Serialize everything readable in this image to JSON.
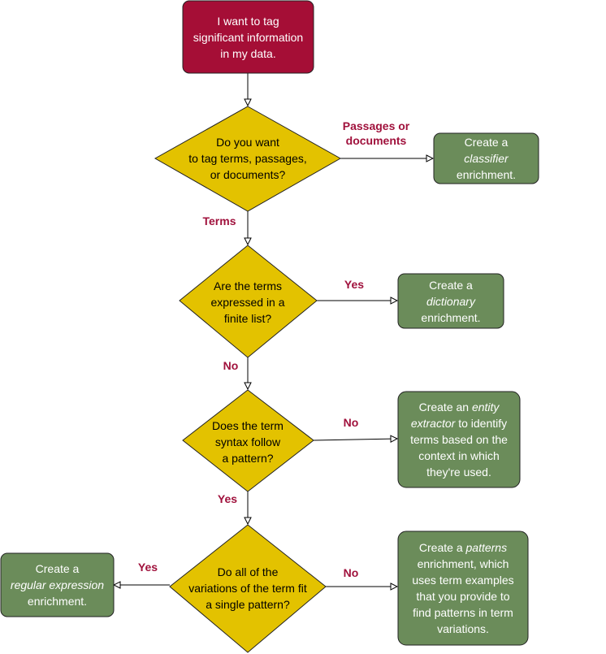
{
  "colors": {
    "start_fill": "#a50e36",
    "question_fill": "#e3c200",
    "result_fill": "#6b8c5a",
    "label_color": "#a0113c"
  },
  "start": {
    "line1": "I want to tag",
    "line2": "significant information",
    "line3": "in my data."
  },
  "questions": {
    "q1": {
      "line1": "Do you want",
      "line2": "to tag terms, passages,",
      "line3": "or documents?"
    },
    "q2": {
      "line1": "Are the terms",
      "line2": "expressed in a",
      "line3": "finite list?"
    },
    "q3": {
      "line1": "Does the term",
      "line2": "syntax follow",
      "line3": "a pattern?"
    },
    "q4": {
      "line1": "Do all of the",
      "line2": "variations of the term fit",
      "line3": "a single pattern?"
    }
  },
  "results": {
    "classifier": {
      "pre": "Create a",
      "em": "classifier",
      "post": "enrichment."
    },
    "dictionary": {
      "pre": "Create a",
      "em": "dictionary",
      "post": "enrichment."
    },
    "entity": {
      "pre": "Create an",
      "em1": "entity",
      "em2": "extractor",
      "post1": " to identify",
      "post2": "terms based on the",
      "post3": "context in which",
      "post4": "they're used."
    },
    "patterns": {
      "pre": "Create a ",
      "em": "patterns",
      "l2": "enrichment, which",
      "l3": "uses term examples",
      "l4": "that you provide to",
      "l5": "find patterns in term",
      "l6": "variations."
    },
    "regex": {
      "pre": "Create a",
      "em": "regular expression",
      "post": "enrichment."
    }
  },
  "edge_labels": {
    "passages_line1": "Passages or",
    "passages_line2": "documents",
    "terms": "Terms",
    "q2_yes": "Yes",
    "q2_no": "No",
    "q3_no": "No",
    "q3_yes": "Yes",
    "q4_yes": "Yes",
    "q4_no": "No"
  }
}
